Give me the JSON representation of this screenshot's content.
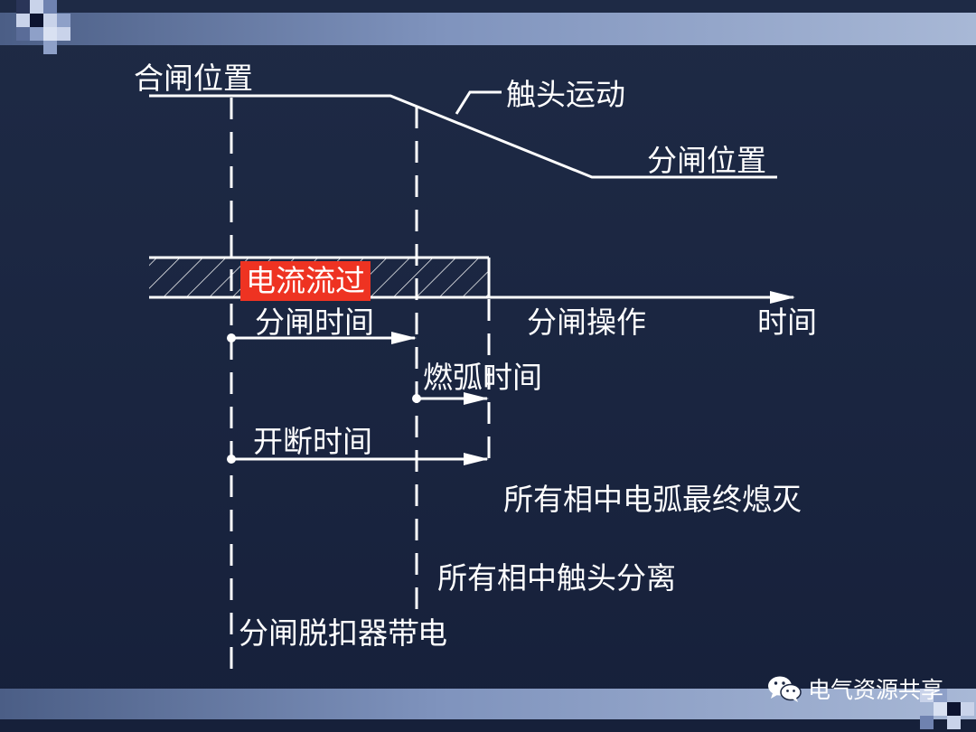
{
  "diagram": {
    "closed_position": "合闸位置",
    "contact_motion": "触头运动",
    "open_position": "分闸位置",
    "current_flow": "电流流过",
    "time_axis": "时间",
    "opening_operation": "分闸操作",
    "opening_time": "分闸时间",
    "arcing_time": "燃弧时间",
    "break_time": "开断时间",
    "arc_extinguished": "所有相中电弧最终熄灭",
    "contacts_separate": "所有相中触头分离",
    "trip_energized": "分闸脱扣器带电"
  },
  "watermark": {
    "text": "电气资源共享",
    "icon": "wechat-icon"
  },
  "colors": {
    "background": "#1e2a45",
    "line": "#ffffff",
    "highlight": "#ee3322"
  }
}
